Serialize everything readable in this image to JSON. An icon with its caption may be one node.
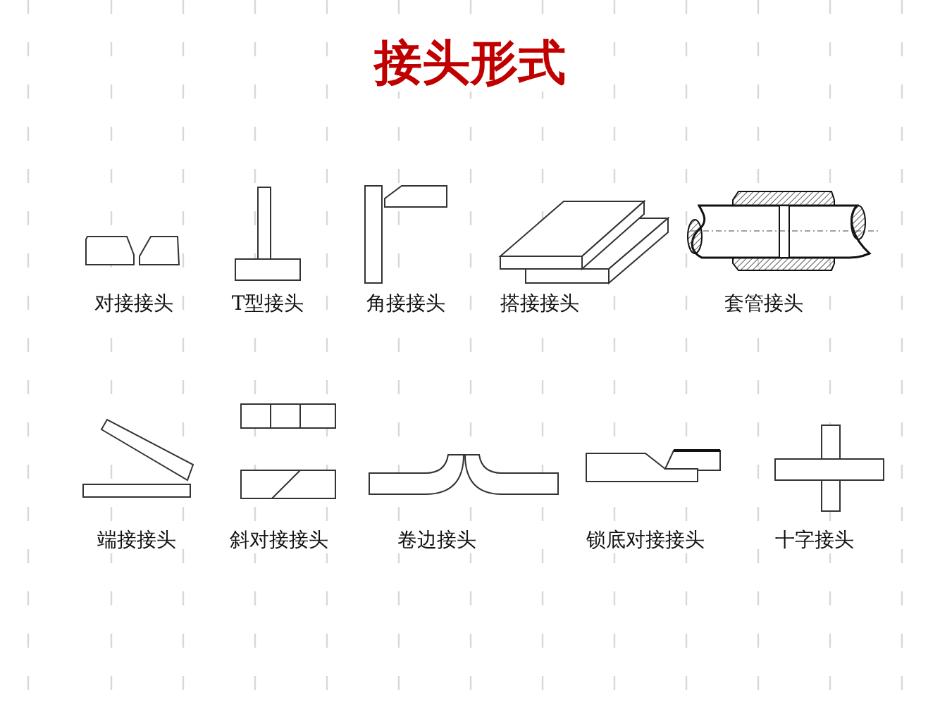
{
  "diagram": {
    "title": "接头形式",
    "labels": [
      "对接接头",
      "T型接头",
      "角接接头",
      "搭接接头",
      "套管接头",
      "端接接头",
      "斜对接接头",
      "卷边接头",
      "锁底对接接头",
      "十字接头"
    ]
  }
}
